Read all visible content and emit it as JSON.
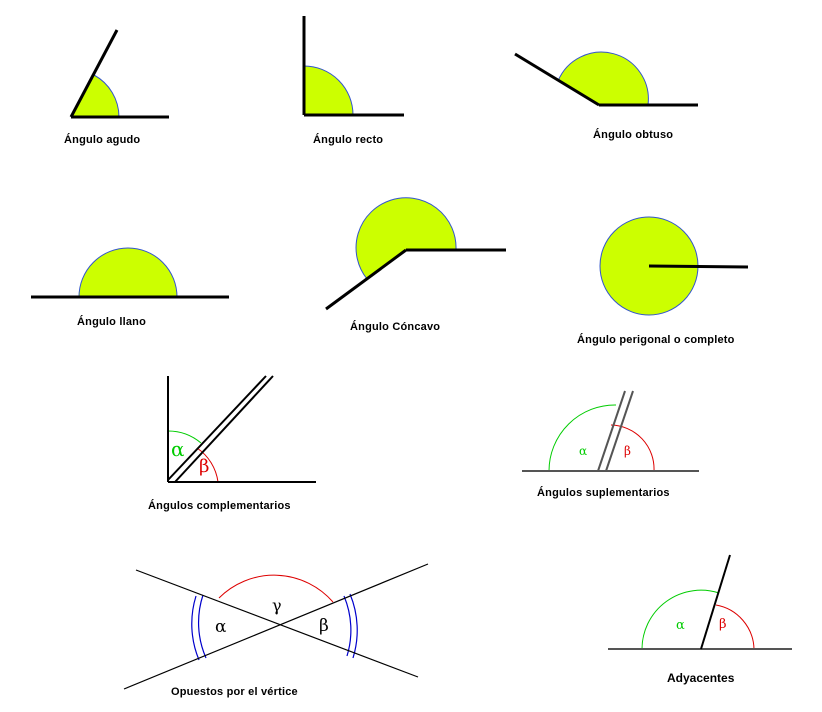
{
  "colors": {
    "fill": "#ccff00",
    "arc_blue": "#3355cc",
    "line": "#000000",
    "gray_line": "#555555",
    "alpha_green": "#00cc00",
    "beta_red": "#dd0000",
    "vertex_blue": "#0000cc"
  },
  "labels": {
    "agudo": "Ángulo agudo",
    "recto": "Ángulo recto",
    "obtuso": "Ángulo obtuso",
    "llano": "Ángulo llano",
    "concavo": "Ángulo Cóncavo",
    "perigonal": "Ángulo perigonal o completo",
    "complementarios": "Ángulos complementarios",
    "suplementarios": "Ángulos suplementarios",
    "opuestos": "Opuestos por el vértice",
    "adyacentes": "Adyacentes"
  },
  "symbols": {
    "alpha": "α",
    "beta": "β",
    "gamma": "γ"
  }
}
